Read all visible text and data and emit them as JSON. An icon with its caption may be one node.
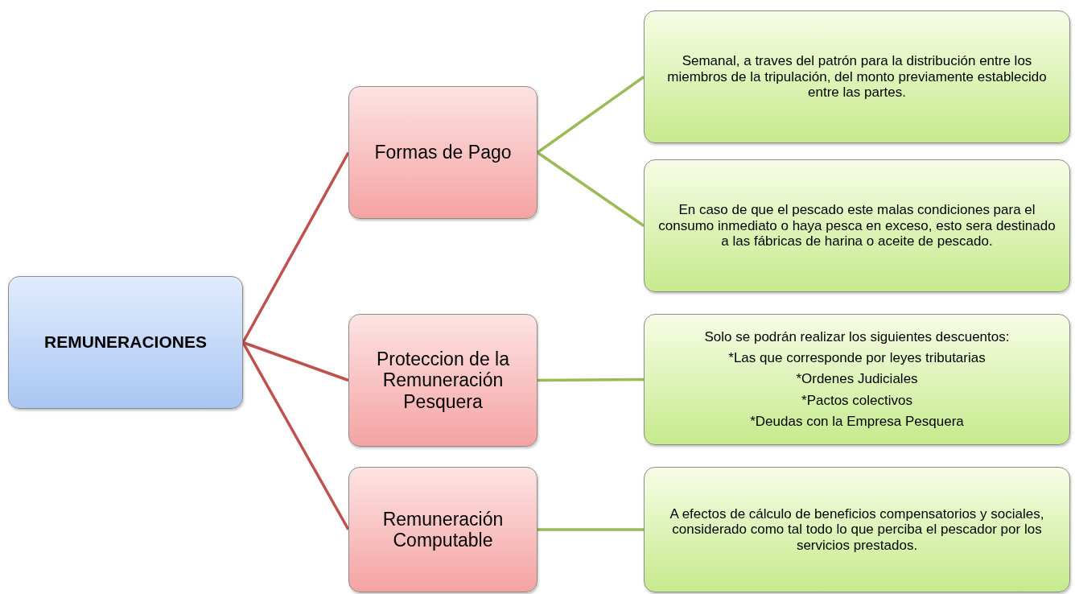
{
  "diagram": {
    "nodes": [
      {
        "text": [
          "REMUNERACIONES"
        ]
      },
      {
        "text": [
          "Formas de Pago"
        ]
      },
      {
        "text": [
          "Proteccion de la Remuneración Pesquera"
        ]
      },
      {
        "text": [
          "Remuneración Computable"
        ]
      },
      {
        "text": [
          "Semanal, a traves del patrón para la distribución entre los miembros de la tripulación, del monto previamente establecido entre las partes."
        ]
      },
      {
        "text": [
          "En caso de que el pescado este malas condiciones para el consumo inmediato o haya pesca en exceso, esto sera destinado a las fábricas de harina o aceite de pescado."
        ]
      },
      {
        "text": [
          "Solo se podrán realizar los siguientes descuentos:",
          "*Las que corresponde por leyes tributarias",
          "*Ordenes Judiciales",
          "*Pactos colectivos",
          "*Deudas con la Empresa Pesquera"
        ]
      },
      {
        "text": [
          "A efectos de cálculo de beneficios compensatorios y sociales, considerado como tal todo lo que perciba el pescador por los servicios prestados."
        ]
      }
    ],
    "edges": [
      {
        "from": 0,
        "to": 1,
        "arrow": "none",
        "color": "#c0504d"
      },
      {
        "from": 0,
        "to": 2,
        "arrow": "none",
        "color": "#c0504d"
      },
      {
        "from": 0,
        "to": 3,
        "arrow": "none",
        "color": "#c0504d"
      },
      {
        "from": 1,
        "to": 4,
        "arrow": "none"
      },
      {
        "from": 1,
        "to": 5,
        "arrow": "none"
      },
      {
        "from": 2,
        "to": 6,
        "arrow": "none"
      },
      {
        "from": 3,
        "to": 7,
        "arrow": "none"
      }
    ]
  }
}
